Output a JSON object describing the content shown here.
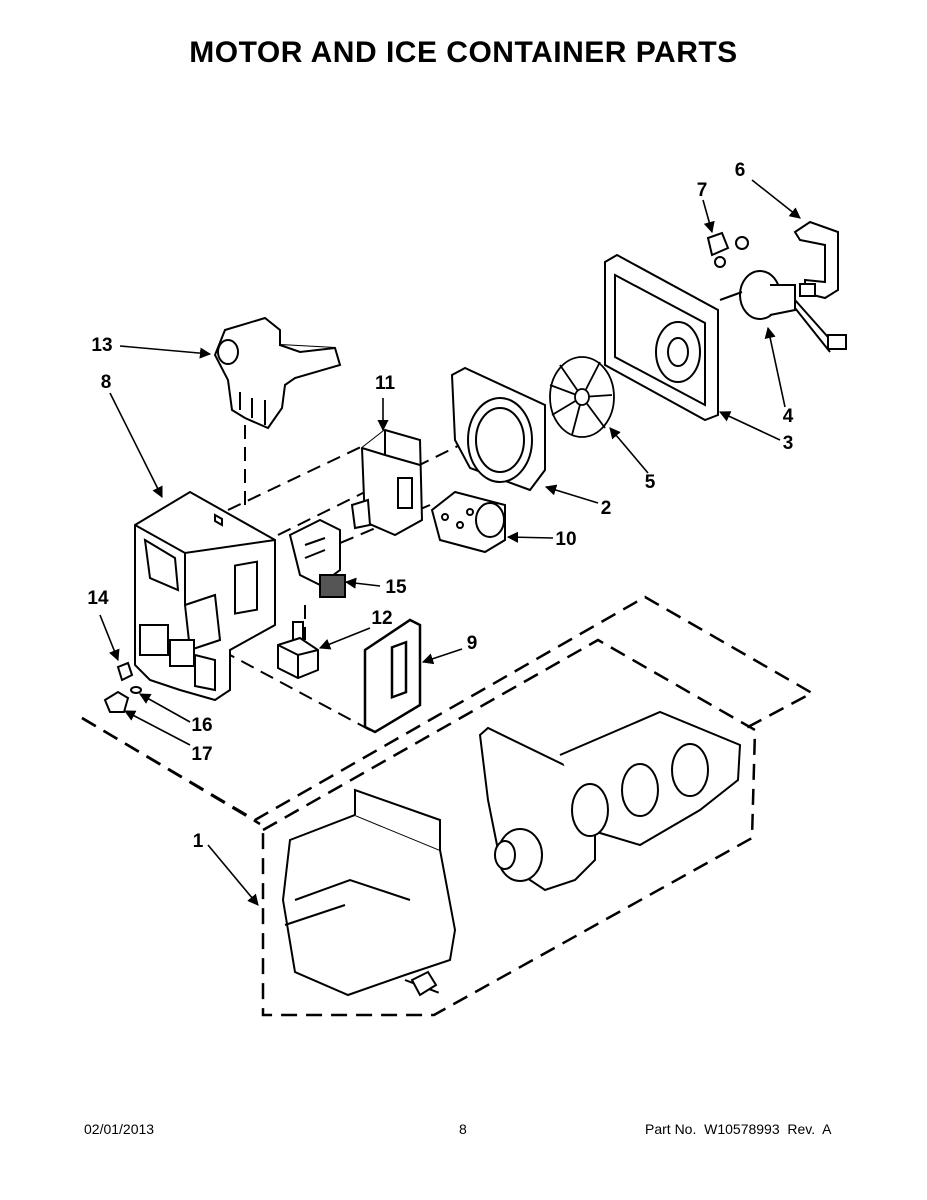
{
  "title": "MOTOR AND ICE CONTAINER PARTS",
  "callouts": [
    "1",
    "2",
    "3",
    "4",
    "5",
    "6",
    "7",
    "8",
    "9",
    "10",
    "11",
    "12",
    "13",
    "14",
    "15",
    "16",
    "17"
  ],
  "footer": {
    "date": "02/01/2013",
    "page": "8",
    "part": "Part No.  W10578993  Rev.  A"
  }
}
